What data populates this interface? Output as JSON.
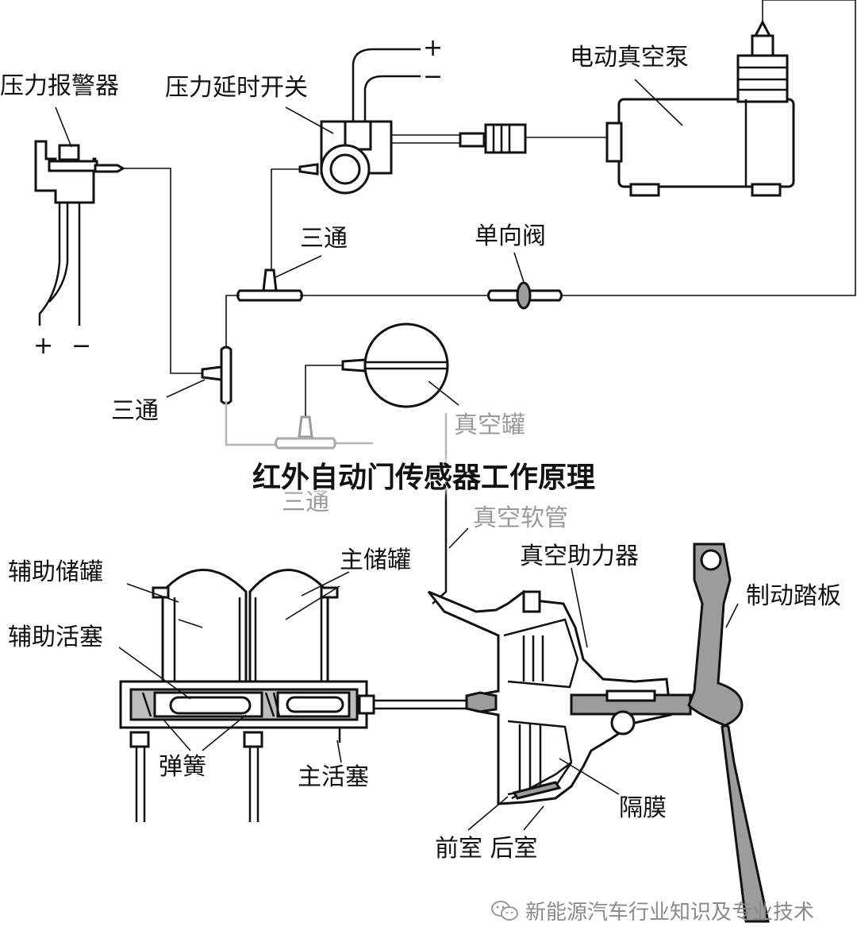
{
  "diagram": {
    "labels": {
      "pressure_alarm": "压力报警器",
      "pressure_delay_switch": "压力延时开关",
      "electric_vacuum_pump": "电动真空泵",
      "tee_upper": "三通",
      "check_valve": "单向阀",
      "tee_left": "三通",
      "vacuum_tank": "真空罐",
      "tee_lower": "三通",
      "vacuum_hose": "真空软管",
      "vacuum_booster": "真空助力器",
      "brake_pedal": "制动踏板",
      "aux_reservoir": "辅助储罐",
      "main_reservoir": "主储罐",
      "aux_piston": "辅助活塞",
      "spring": "弹簧",
      "main_piston": "主活塞",
      "diaphragm": "隔膜",
      "front_rear_chamber": "前室 后室"
    },
    "signs": {
      "switch_plus": "+",
      "switch_minus": "−",
      "alarm_plus": "+",
      "alarm_minus": "−"
    }
  },
  "overlay_title": "红外自动门传感器工作原理",
  "watermark": {
    "text": "新能源汽车行业知识及专业技术",
    "icon": "wechat-icon"
  }
}
